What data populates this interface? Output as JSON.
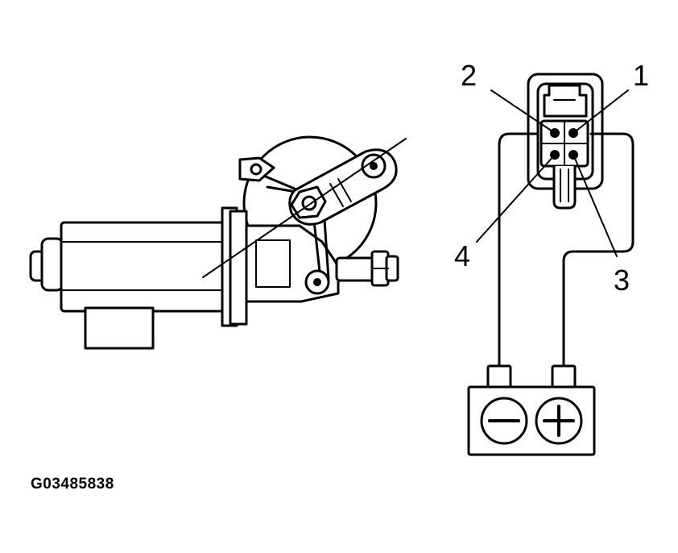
{
  "figure_id": "G03485838",
  "connector": {
    "pins": [
      {
        "number": "1"
      },
      {
        "number": "2"
      },
      {
        "number": "3"
      },
      {
        "number": "4"
      }
    ]
  },
  "battery": {
    "negative_symbol": "minus",
    "positive_symbol": "plus"
  }
}
